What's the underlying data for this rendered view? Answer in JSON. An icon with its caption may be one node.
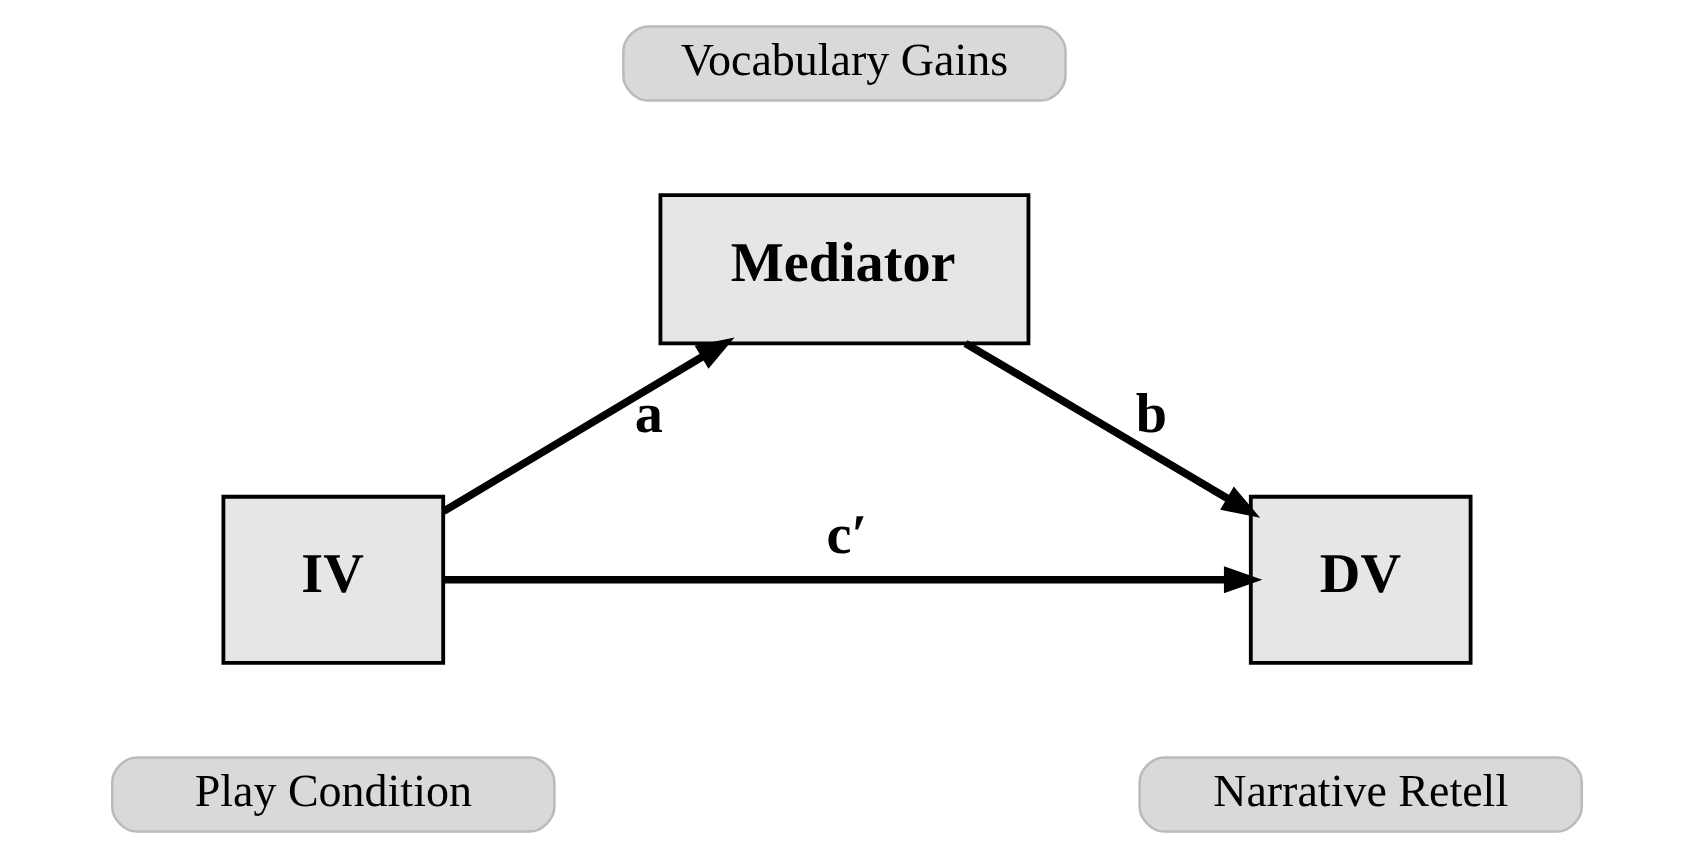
{
  "diagram": {
    "nodes": [
      {
        "text": [
          "Mediator"
        ],
        "beside": [
          "Vocabulary Gains"
        ]
      },
      {
        "text": [
          "IV"
        ],
        "beside": [
          "Play Condition"
        ]
      },
      {
        "text": [
          "DV"
        ],
        "beside": [
          "Narrative Retell"
        ]
      }
    ],
    "edges": [
      {
        "from": 1,
        "to": 0,
        "arrow": "to",
        "label": "a"
      },
      {
        "from": 0,
        "to": 2,
        "arrow": "to",
        "label": "b"
      },
      {
        "from": 1,
        "to": 2,
        "arrow": "to",
        "label": "c′"
      }
    ]
  }
}
